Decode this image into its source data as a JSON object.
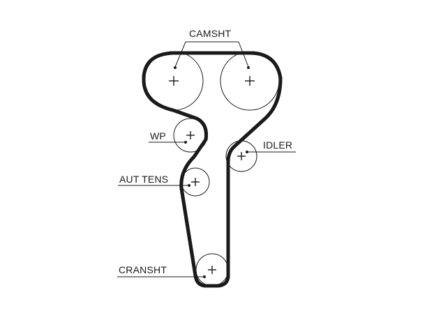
{
  "labels": {
    "camshaft": "CAMSHT",
    "water_pump": "WP",
    "idler": "IDLER",
    "auto_tensioner": "AUT TENS",
    "crankshaft": "CRANSHT"
  },
  "colors": {
    "line": "#1a1a1a",
    "background": "#ffffff"
  },
  "icons": {
    "pulley_center": "plus-cross"
  }
}
